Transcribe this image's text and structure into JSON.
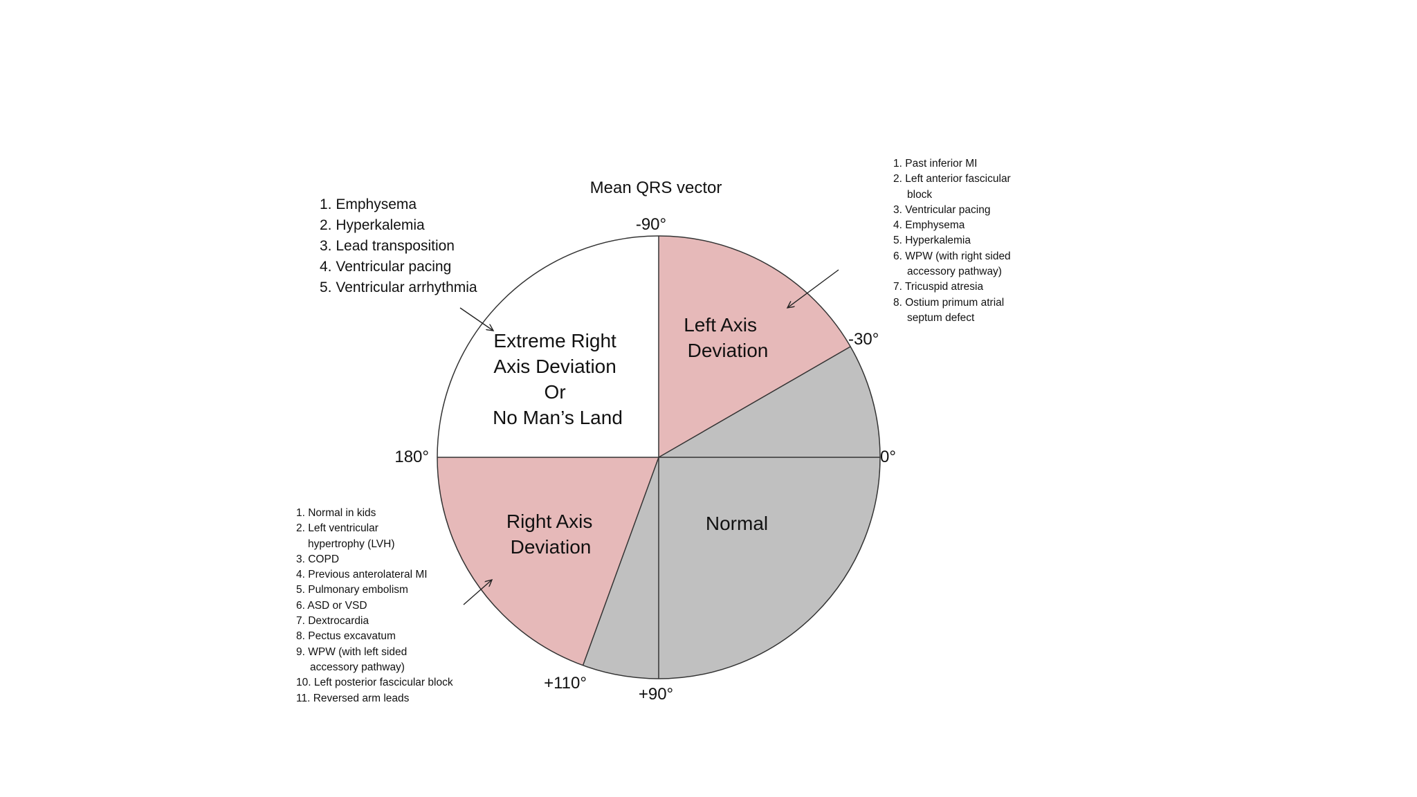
{
  "title": "Mean QRS vector",
  "angles": {
    "minus90": "-90°",
    "minus30": "-30°",
    "zero": "0°",
    "plus90": "+90°",
    "plus110": "+110°",
    "deg180": "180°"
  },
  "sectors": {
    "extreme": {
      "lines": [
        "Extreme Right",
        "Axis Deviation",
        "Or",
        "No Man’s Land"
      ],
      "color": "#ffffff",
      "from_deg": 180,
      "to_deg": 270
    },
    "left_axis": {
      "lines": [
        "Left Axis",
        "Deviation"
      ],
      "color": "#e6b9b9",
      "from_deg": 270,
      "to_deg": 330
    },
    "normal": {
      "lines": [
        "Normal"
      ],
      "color": "#c0c0c0",
      "from_deg": 330,
      "to_deg": 470
    },
    "right_axis": {
      "lines": [
        "Right Axis",
        "Deviation"
      ],
      "color": "#e6b9b9",
      "from_deg": 110,
      "to_deg": 180
    }
  },
  "extreme_causes": [
    "1. Emphysema",
    "2. Hyperkalemia",
    "3. Lead transposition",
    "4. Ventricular pacing",
    "5. Ventricular arrhythmia"
  ],
  "left_causes": [
    [
      "1. Past inferior MI"
    ],
    [
      "2. Left anterior fascicular",
      "block"
    ],
    [
      "3. Ventricular pacing"
    ],
    [
      "4. Emphysema"
    ],
    [
      "5. Hyperkalemia"
    ],
    [
      "6. WPW (with right sided",
      "accessory pathway)"
    ],
    [
      "7. Tricuspid atresia"
    ],
    [
      "8. Ostium primum  atrial",
      "septum defect"
    ]
  ],
  "right_causes": [
    [
      "1. Normal in kids"
    ],
    [
      "2. Left ventricular",
      "hypertrophy (LVH)"
    ],
    [
      "3. COPD"
    ],
    [
      "4. Previous anterolateral MI"
    ],
    [
      "5. Pulmonary embolism"
    ],
    [
      "6. ASD or VSD"
    ],
    [
      "7. Dextrocardia"
    ],
    [
      "8. Pectus excavatum"
    ],
    [
      "9. WPW (with left sided",
      "accessory pathway)"
    ],
    [
      "10. Left posterior fascicular block"
    ],
    [
      "11. Reversed arm leads"
    ]
  ],
  "colors": {
    "stroke": "#333333",
    "left_pink": "#e6b9b9",
    "normal_gray": "#c0c0c0"
  }
}
